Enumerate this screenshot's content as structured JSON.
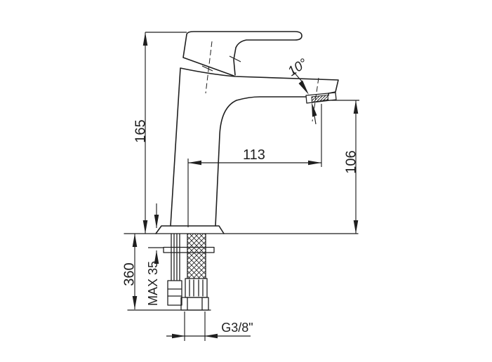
{
  "colors": {
    "background": "#ffffff",
    "ink": "#1f1f1f"
  },
  "dimension_labels": {
    "overall_height": "165",
    "spout_reach": "113",
    "outlet_height": "106",
    "hose_length": "360",
    "max_deck_thickness": "MAX 35",
    "outlet_angle": "10°",
    "connection_thread": "G3/8\""
  }
}
